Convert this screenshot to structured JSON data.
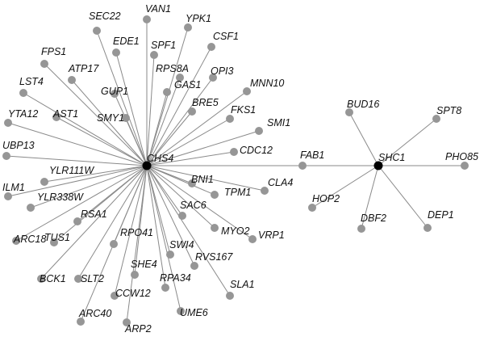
{
  "network": {
    "hubs": [
      {
        "id": "CHS4",
        "label": "CHS4"
      },
      {
        "id": "SHC1",
        "label": "SHC1"
      }
    ],
    "nodes": [
      {
        "id": "SEC22",
        "label": "SEC22",
        "links": [
          "CHS4"
        ]
      },
      {
        "id": "VAN1",
        "label": "VAN1",
        "links": [
          "CHS4"
        ]
      },
      {
        "id": "YPK1",
        "label": "YPK1",
        "links": [
          "CHS4"
        ]
      },
      {
        "id": "EDE1",
        "label": "EDE1",
        "links": [
          "CHS4"
        ]
      },
      {
        "id": "SPF1",
        "label": "SPF1",
        "links": [
          "CHS4"
        ]
      },
      {
        "id": "CSF1",
        "label": "CSF1",
        "links": [
          "CHS4"
        ]
      },
      {
        "id": "FPS1",
        "label": "FPS1",
        "links": [
          "CHS4"
        ]
      },
      {
        "id": "ATP17",
        "label": "ATP17",
        "links": [
          "CHS4"
        ]
      },
      {
        "id": "RPS8A",
        "label": "RPS8A",
        "links": [
          "CHS4"
        ]
      },
      {
        "id": "OPI3",
        "label": "OPI3",
        "links": [
          "CHS4"
        ]
      },
      {
        "id": "LST4",
        "label": "LST4",
        "links": [
          "CHS4"
        ]
      },
      {
        "id": "GUP1",
        "label": "GUP1",
        "links": [
          "CHS4"
        ]
      },
      {
        "id": "GAS1",
        "label": "GAS1",
        "links": [
          "CHS4"
        ]
      },
      {
        "id": "MNN10",
        "label": "MNN10",
        "links": [
          "CHS4"
        ]
      },
      {
        "id": "YTA12",
        "label": "YTA12",
        "links": [
          "CHS4"
        ]
      },
      {
        "id": "AST1",
        "label": "AST1",
        "links": [
          "CHS4"
        ]
      },
      {
        "id": "SMY1",
        "label": "SMY1",
        "links": [
          "CHS4"
        ]
      },
      {
        "id": "BRE5",
        "label": "BRE5",
        "links": [
          "CHS4"
        ]
      },
      {
        "id": "FKS1",
        "label": "FKS1",
        "links": [
          "CHS4"
        ]
      },
      {
        "id": "SMI1",
        "label": "SMI1",
        "links": [
          "CHS4"
        ]
      },
      {
        "id": "UBP13",
        "label": "UBP13",
        "links": [
          "CHS4"
        ]
      },
      {
        "id": "CDC12",
        "label": "CDC12",
        "links": [
          "CHS4"
        ]
      },
      {
        "id": "FAB1",
        "label": "FAB1",
        "links": [
          "CHS4",
          "SHC1"
        ]
      },
      {
        "id": "YLR111W",
        "label": "YLR111W",
        "links": [
          "CHS4"
        ]
      },
      {
        "id": "ILM1",
        "label": "ILM1",
        "links": [
          "CHS4"
        ]
      },
      {
        "id": "BNI1",
        "label": "BNI1",
        "links": [
          "CHS4"
        ]
      },
      {
        "id": "CLA4",
        "label": "CLA4",
        "links": [
          "CHS4"
        ]
      },
      {
        "id": "YLR338W",
        "label": "YLR338W",
        "links": [
          "CHS4"
        ]
      },
      {
        "id": "TPM1",
        "label": "TPM1",
        "links": [
          "CHS4"
        ]
      },
      {
        "id": "RSA1",
        "label": "RSA1",
        "links": [
          "CHS4"
        ]
      },
      {
        "id": "SAC6",
        "label": "SAC6",
        "links": [
          "CHS4"
        ]
      },
      {
        "id": "ARC18",
        "label": "ARC18",
        "links": [
          "CHS4"
        ]
      },
      {
        "id": "TUS1",
        "label": "TUS1",
        "links": [
          "CHS4"
        ]
      },
      {
        "id": "RPO41",
        "label": "RPO41",
        "links": [
          "CHS4"
        ]
      },
      {
        "id": "MYO2",
        "label": "MYO2",
        "links": [
          "CHS4"
        ]
      },
      {
        "id": "VRP1",
        "label": "VRP1",
        "links": [
          "CHS4"
        ]
      },
      {
        "id": "SWI4",
        "label": "SWI4",
        "links": [
          "CHS4"
        ]
      },
      {
        "id": "RVS167",
        "label": "RVS167",
        "links": [
          "CHS4"
        ]
      },
      {
        "id": "SHE4",
        "label": "SHE4",
        "links": [
          "CHS4"
        ]
      },
      {
        "id": "BCK1",
        "label": "BCK1",
        "links": [
          "CHS4"
        ]
      },
      {
        "id": "SLT2",
        "label": "SLT2",
        "links": [
          "CHS4"
        ]
      },
      {
        "id": "RPA34",
        "label": "RPA34",
        "links": [
          "CHS4"
        ]
      },
      {
        "id": "SLA1",
        "label": "SLA1",
        "links": [
          "CHS4"
        ]
      },
      {
        "id": "CCW12",
        "label": "CCW12",
        "links": [
          "CHS4"
        ]
      },
      {
        "id": "UME6",
        "label": "UME6",
        "links": [
          "CHS4"
        ]
      },
      {
        "id": "ARC40",
        "label": "ARC40",
        "links": [
          "CHS4"
        ]
      },
      {
        "id": "ARP2",
        "label": "ARP2",
        "links": [
          "CHS4"
        ]
      },
      {
        "id": "BUD16",
        "label": "BUD16",
        "links": [
          "SHC1"
        ]
      },
      {
        "id": "SPT8",
        "label": "SPT8",
        "links": [
          "SHC1"
        ]
      },
      {
        "id": "PHO85",
        "label": "PHO85",
        "links": [
          "SHC1"
        ]
      },
      {
        "id": "HOP2",
        "label": "HOP2",
        "links": [
          "SHC1"
        ]
      },
      {
        "id": "DBF2",
        "label": "DBF2",
        "links": [
          "SHC1"
        ]
      },
      {
        "id": "DEP1",
        "label": "DEP1",
        "links": [
          "SHC1"
        ]
      }
    ]
  }
}
